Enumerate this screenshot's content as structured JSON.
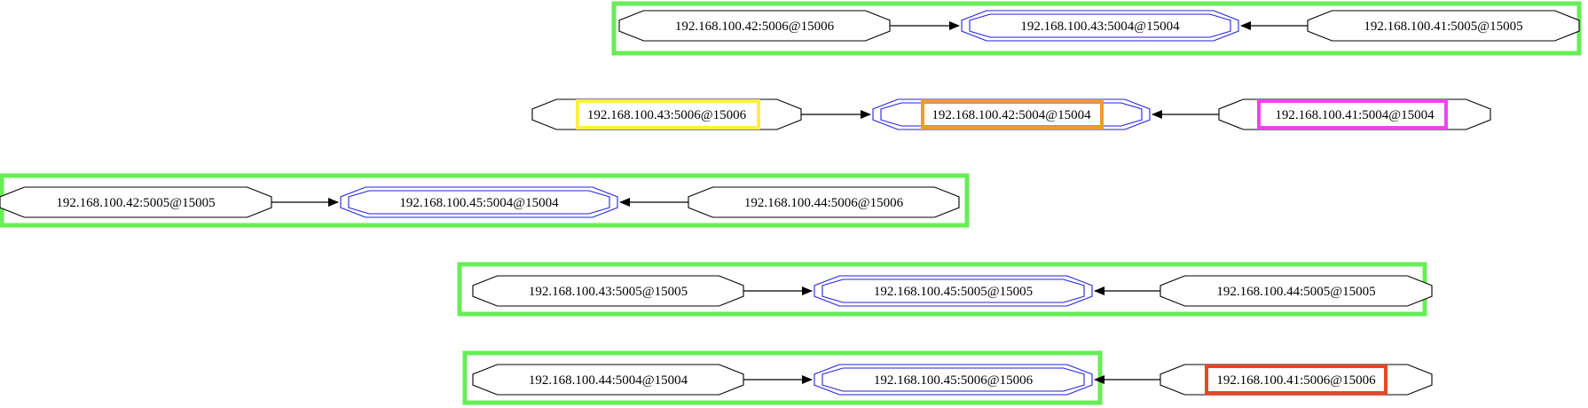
{
  "colors": {
    "background": "#ffffff",
    "cluster_green": "#66ee55",
    "hub_blue": "#2222dd",
    "edge": "#000000",
    "box_yellow": "#ffee44",
    "box_orange": "#ee9933",
    "box_magenta": "#ee44ee",
    "box_red": "#ee4422"
  },
  "rows": [
    {
      "cluster": true,
      "left": {
        "label": "192.168.100.42:5006@15006"
      },
      "hub": {
        "label": "192.168.100.43:5004@15004"
      },
      "right": {
        "label": "192.168.100.41:5005@15005"
      }
    },
    {
      "cluster": false,
      "left": {
        "label": "192.168.100.43:5006@15006",
        "box": "box_yellow"
      },
      "hub": {
        "label": "192.168.100.42:5004@15004",
        "box": "box_orange"
      },
      "right": {
        "label": "192.168.100.41:5004@15004",
        "box": "box_magenta"
      }
    },
    {
      "cluster": true,
      "left": {
        "label": "192.168.100.42:5005@15005"
      },
      "hub": {
        "label": "192.168.100.45:5004@15004"
      },
      "right": {
        "label": "192.168.100.44:5006@15006"
      }
    },
    {
      "cluster": true,
      "left": {
        "label": "192.168.100.43:5005@15005"
      },
      "hub": {
        "label": "192.168.100.45:5005@15005"
      },
      "right": {
        "label": "192.168.100.44:5005@15005"
      }
    },
    {
      "cluster": true,
      "left": {
        "label": "192.168.100.44:5004@15004"
      },
      "hub": {
        "label": "192.168.100.45:5006@15006"
      },
      "right": {
        "label": "192.168.100.41:5006@15006",
        "box": "box_red"
      }
    }
  ]
}
